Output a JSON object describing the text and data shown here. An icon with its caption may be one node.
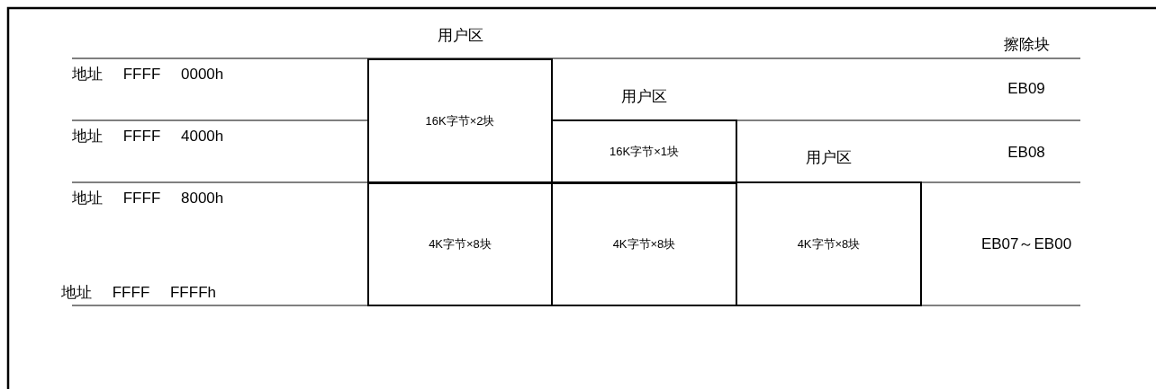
{
  "diagram": {
    "nodes": [
      {
        "text": [
          "用户区",
          "16K字节×2块"
        ]
      },
      {
        "text": [
          "4K字节×8块"
        ]
      },
      {
        "text": [
          "用户区",
          "16K字节×1块"
        ]
      },
      {
        "text": [
          "4K字节×8块"
        ]
      },
      {
        "text": [
          "用户区",
          "4K字节×8块"
        ]
      }
    ],
    "labels": [
      "擦除块",
      "地址 FFFF 0000h",
      "EB09",
      "地址 FFFF 4000h",
      "EB08",
      "地址 FFFF 8000h",
      "EB07～EB00",
      "地址 FFFF FFFFh"
    ]
  }
}
